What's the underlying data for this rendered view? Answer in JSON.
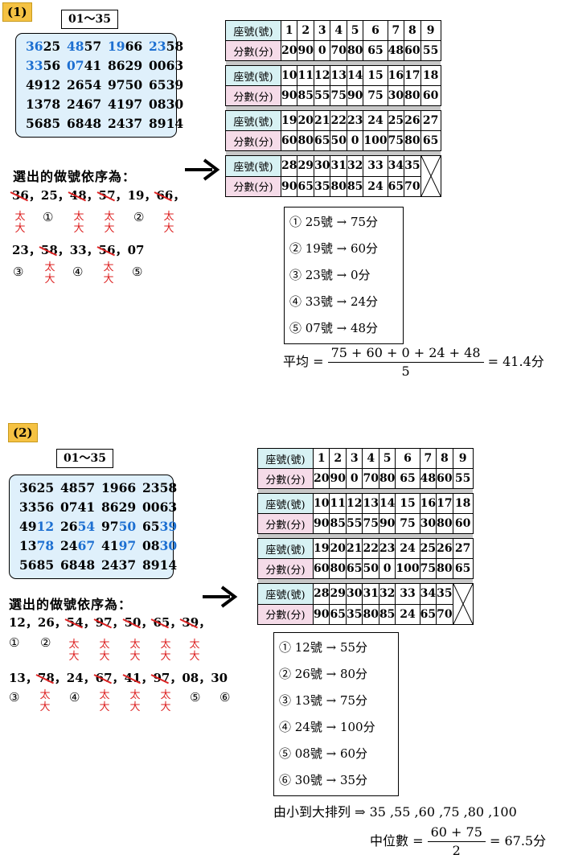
{
  "part1": {
    "label": "(1)",
    "range": "01～35",
    "random_rows": [
      [
        "3625",
        "4857",
        "1966",
        "2358"
      ],
      [
        "3356",
        "0741",
        "8629",
        "0063"
      ],
      [
        "4912",
        "2654",
        "9750",
        "6539"
      ],
      [
        "1378",
        "2467",
        "4197",
        "0830"
      ],
      [
        "5685",
        "6848",
        "2437",
        "8914"
      ]
    ],
    "seq_title": "選出的做號依序為：",
    "line1": [
      "36",
      "25",
      "48",
      "57",
      "19",
      "66"
    ],
    "line2": [
      "23",
      "58",
      "33",
      "56",
      "07"
    ],
    "too_big": "太大",
    "circled": [
      "①",
      "②",
      "③",
      "④",
      "⑤"
    ],
    "results": [
      "① 25號 → 75分",
      "② 19號 → 60分",
      "③ 23號 → 0分",
      "④ 33號 → 24分",
      "⑤ 07號 → 48分"
    ],
    "formula_lhs": "平均 =",
    "formula_num": "75 + 60 + 0 + 24 + 48",
    "formula_den": "5",
    "formula_rhs": "= 41.4分"
  },
  "part2": {
    "label": "(2)",
    "range": "01～35",
    "seq_title": "選出的做號依序為：",
    "line1": [
      "12",
      "26",
      "54",
      "97",
      "50",
      "65",
      "39"
    ],
    "line2": [
      "13",
      "78",
      "24",
      "67",
      "41",
      "97",
      "08",
      "30"
    ],
    "too_big": "太大",
    "circled": [
      "①",
      "②",
      "③",
      "④",
      "⑤",
      "⑥"
    ],
    "results": [
      "① 12號 → 55分",
      "② 26號 → 80分",
      "③ 13號 → 75分",
      "④ 24號 → 100分",
      "⑤ 08號 → 60分",
      "⑥ 30號 → 35分"
    ],
    "sorted": "由小到大排列 ⇒ 35 ,55 ,60 ,75 ,80 ,100",
    "formula_lhs": "中位數 =",
    "formula_num": "60 + 75",
    "formula_den": "2",
    "formula_rhs": "= 67.5分"
  },
  "table": {
    "seat_header": "座號(號)",
    "score_header": "分數(分)",
    "rows": [
      {
        "seats": [
          "1",
          "2",
          "3",
          "4",
          "5",
          "6",
          "7",
          "8",
          "9"
        ],
        "scores": [
          "20",
          "90",
          "0",
          "70",
          "80",
          "65",
          "48",
          "60",
          "55"
        ]
      },
      {
        "seats": [
          "10",
          "11",
          "12",
          "13",
          "14",
          "15",
          "16",
          "17",
          "18"
        ],
        "scores": [
          "90",
          "85",
          "55",
          "75",
          "90",
          "75",
          "30",
          "80",
          "60"
        ]
      },
      {
        "seats": [
          "19",
          "20",
          "21",
          "22",
          "23",
          "24",
          "25",
          "26",
          "27"
        ],
        "scores": [
          "60",
          "80",
          "65",
          "50",
          "0",
          "100",
          "75",
          "80",
          "65"
        ]
      },
      {
        "seats": [
          "28",
          "29",
          "30",
          "31",
          "32",
          "33",
          "34",
          "35"
        ],
        "scores": [
          "90",
          "65",
          "35",
          "80",
          "85",
          "24",
          "65",
          "70"
        ]
      }
    ]
  }
}
